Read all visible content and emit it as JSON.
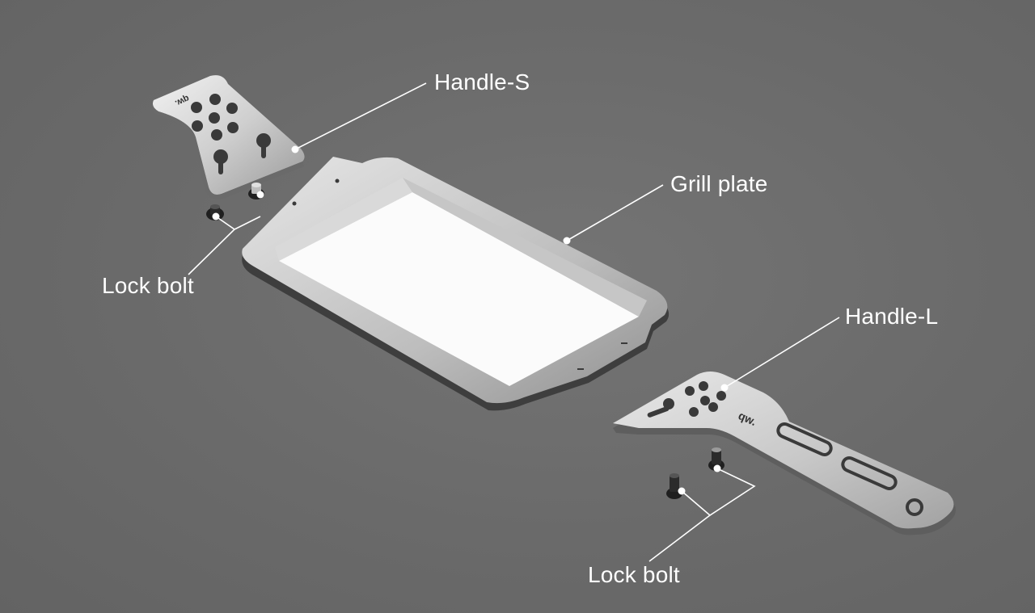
{
  "labels": {
    "handle_s": "Handle-S",
    "grill_plate": "Grill plate",
    "lock_bolt_left": "Lock bolt",
    "handle_l": "Handle-L",
    "lock_bolt_bottom": "Lock bolt"
  },
  "logo_marks": {
    "handle_s": "qw.",
    "handle_l": "qw."
  },
  "colors": {
    "background": "#6b6b6b",
    "leader_line": "#ffffff",
    "label_text": "#ffffff"
  }
}
